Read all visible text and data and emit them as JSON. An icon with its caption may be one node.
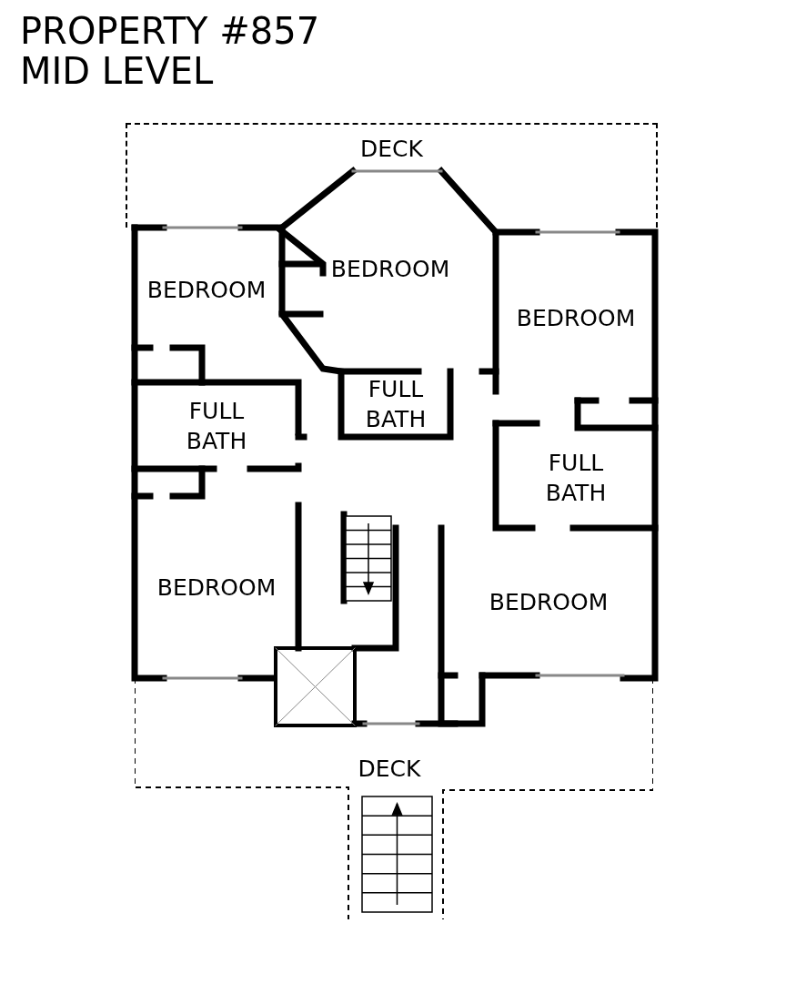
{
  "diagram": {
    "title": "PROPERTY #857",
    "nodes": [
      {
        "text": [
          "DECK"
        ]
      },
      {
        "text": [
          "BEDROOM"
        ]
      },
      {
        "text": [
          "BEDROOM"
        ]
      },
      {
        "text": [
          "BEDROOM"
        ]
      },
      {
        "text": [
          "FULL BATH"
        ]
      },
      {
        "text": [
          "FULL BATH"
        ]
      },
      {
        "text": [
          "FULL BATH"
        ]
      },
      {
        "text": [
          "BEDROOM"
        ]
      },
      {
        "text": [
          "BEDROOM"
        ]
      },
      {
        "text": [
          "DECK"
        ]
      }
    ],
    "labels": [
      "MID LEVEL"
    ]
  }
}
